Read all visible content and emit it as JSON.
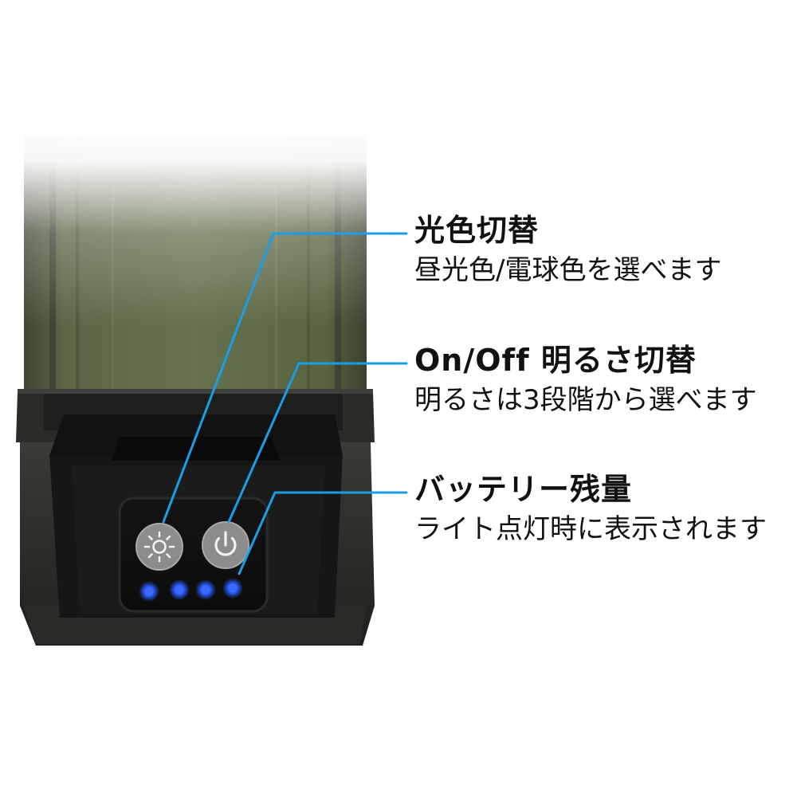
{
  "colors": {
    "leader_line": "#1a9ee8",
    "led": "#2a5bff",
    "body_green": "#5f6b4a",
    "panel": "#2c2c2c",
    "base": "#1c1c1c"
  },
  "product": {
    "icons": [
      "sun-icon",
      "power-icon"
    ],
    "battery_leds_lit": 4
  },
  "callouts": [
    {
      "title": "光色切替",
      "desc": "昼光色/電球色を選べます"
    },
    {
      "title": "On/Off 明るさ切替",
      "desc": "明るさは3段階から選べます"
    },
    {
      "title": "バッテリー残量",
      "desc": "ライト点灯時に表示されます"
    }
  ]
}
